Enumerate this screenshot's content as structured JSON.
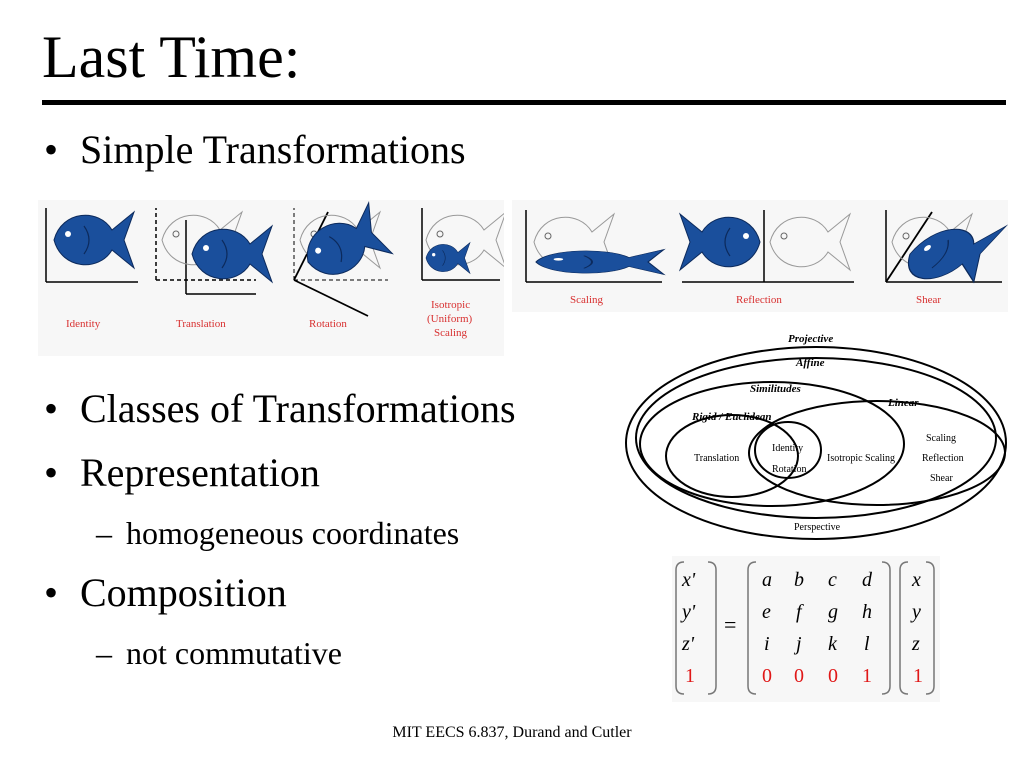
{
  "slide": {
    "title": "Last Time:",
    "bullets": {
      "b1": "Simple Transformations",
      "b2": "Classes of Transformations",
      "b3": "Representation",
      "b3_sub": "homogeneous coordinates",
      "b4": "Composition",
      "b4_sub": "not commutative"
    },
    "bullet_glyph": "•",
    "dash_glyph": "–",
    "footer": "MIT EECS 6.837, Durand and Cutler"
  },
  "transform_panel_1": {
    "captions": {
      "identity": "Identity",
      "translation": "Translation",
      "rotation": "Rotation",
      "iso_1": "Isotropic",
      "iso_2": "(Uniform)",
      "iso_3": "Scaling"
    }
  },
  "transform_panel_2": {
    "captions": {
      "scaling": "Scaling",
      "reflection": "Reflection",
      "shear": "Shear"
    }
  },
  "classes_diagram": {
    "projective": "Projective",
    "affine": "Affine",
    "similitudes": "Similitudes",
    "linear": "Linear",
    "rigid": "Rigid / Euclidean",
    "translation": "Translation",
    "identity": "Identity",
    "rotation": "Rotation",
    "isotropic_scaling": "Isotropic Scaling",
    "scaling": "Scaling",
    "reflection": "Reflection",
    "shear": "Shear",
    "perspective": "Perspective"
  },
  "matrix": {
    "lhs": [
      "x'",
      "y'",
      "z'",
      "1"
    ],
    "equals": "=",
    "rows": [
      [
        "a",
        "b",
        "c",
        "d"
      ],
      [
        "e",
        "f",
        "g",
        "h"
      ],
      [
        "i",
        "j",
        "k",
        "l"
      ],
      [
        "0",
        "0",
        "0",
        "1"
      ]
    ],
    "rhs": [
      "x",
      "y",
      "z",
      "1"
    ]
  },
  "colors": {
    "fish_blue": "#1a4f9c",
    "caption_red": "#d83030",
    "matrix_red": "#e01818"
  }
}
